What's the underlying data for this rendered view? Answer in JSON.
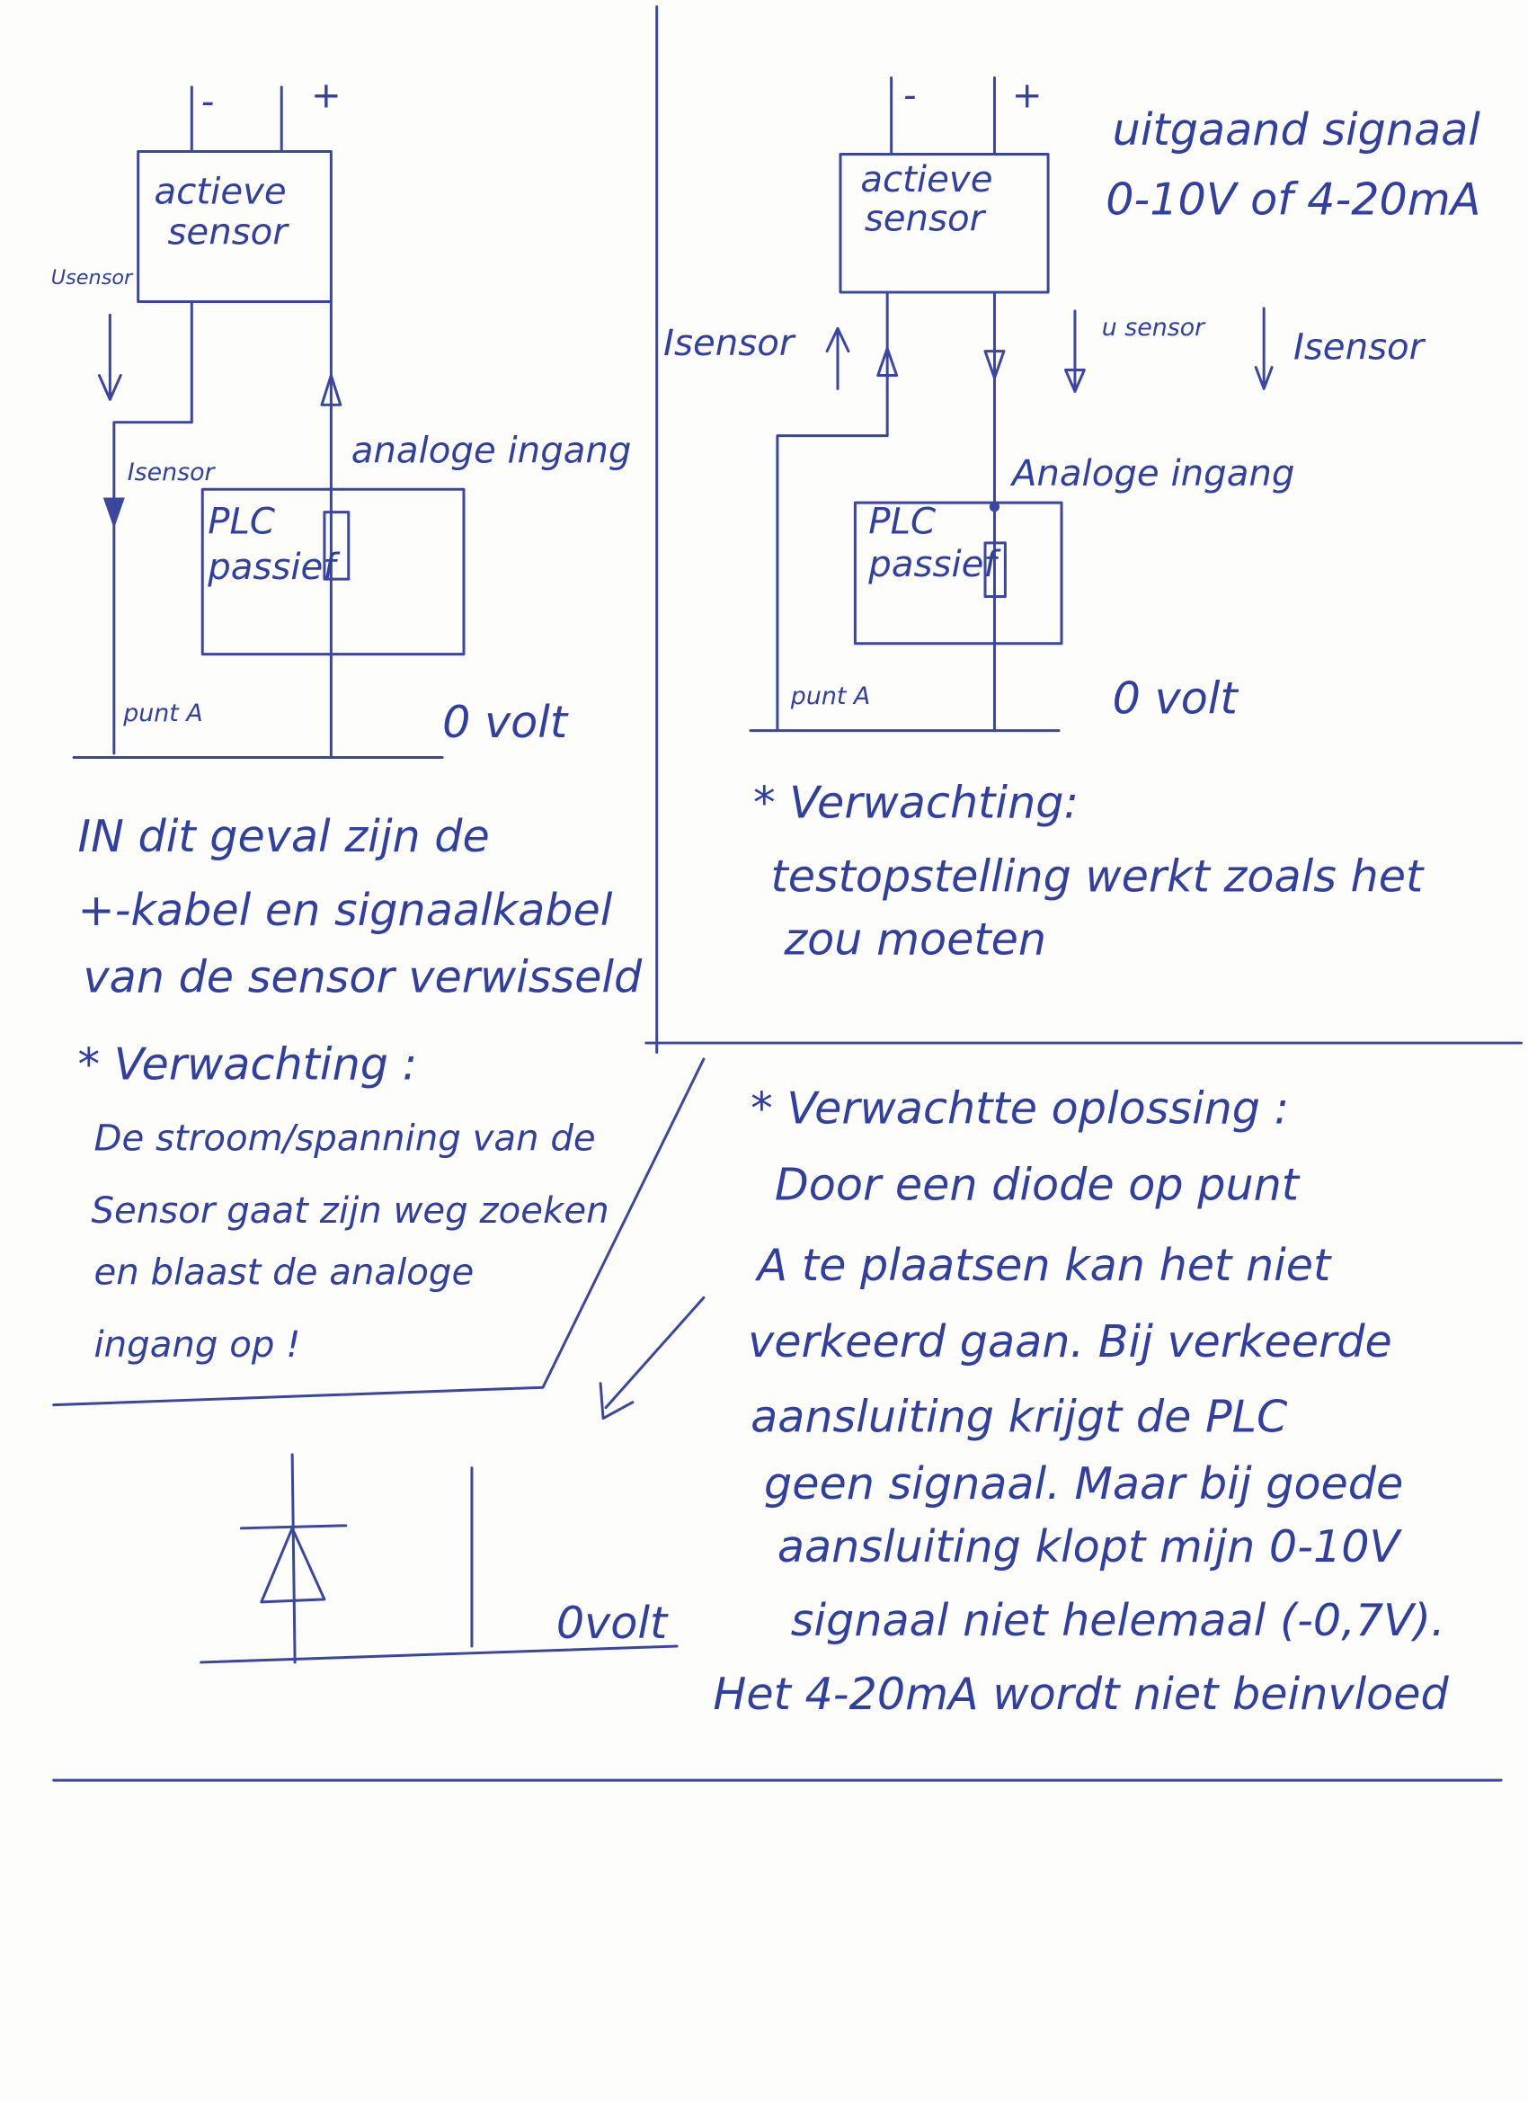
{
  "left_diagram": {
    "minus": "-",
    "plus": "+",
    "sensor_line1": "actieve",
    "sensor_line2": "sensor",
    "usensor": "Usensor",
    "isensor": "Isensor",
    "analog_input": "analoge ingang",
    "plc_line1": "PLC",
    "plc_line2": "passief",
    "point_a": "punt A",
    "zero_volt": "0 volt"
  },
  "right_diagram": {
    "minus": "-",
    "plus": "+",
    "sensor_line1": "actieve",
    "sensor_line2": "sensor",
    "output_signal_line1": "uitgaand signaal",
    "output_signal_line2": "0-10V of 4-20mA",
    "isensor_left": "Isensor",
    "usensor": "u sensor",
    "isensor_right": "Isensor",
    "analog_input": "Analoge ingang",
    "plc_line1": "PLC",
    "plc_line2": "passief",
    "point_a": "punt A",
    "zero_volt": "0 volt"
  },
  "right_notes": {
    "heading": "* Verwachting:",
    "lines": [
      "testopstelling werkt zoals het",
      "zou moeten"
    ]
  },
  "left_notes": {
    "lines": [
      "IN dit geval zijn de",
      "+-kabel en signaalkabel",
      "van de sensor verwisseld"
    ],
    "heading": "* Verwachting :",
    "expectation": [
      "De stroom/spanning van de",
      "Sensor gaat zijn weg zoeken",
      "en blaast de analoge",
      "ingang op !"
    ]
  },
  "diode_diagram": {
    "zero_volt": "0volt"
  },
  "solution": {
    "heading": "* Verwachtte oplossing :",
    "lines": [
      "Door een diode op punt",
      "A te plaatsen kan het niet",
      "verkeerd gaan. Bij verkeerde",
      "aansluiting krijgt de PLC",
      "geen signaal. Maar bij goede",
      "aansluiting klopt mijn 0-10V",
      "signaal niet helemaal (-0,7V).",
      "Het 4-20mA wordt niet beinvloed"
    ]
  }
}
